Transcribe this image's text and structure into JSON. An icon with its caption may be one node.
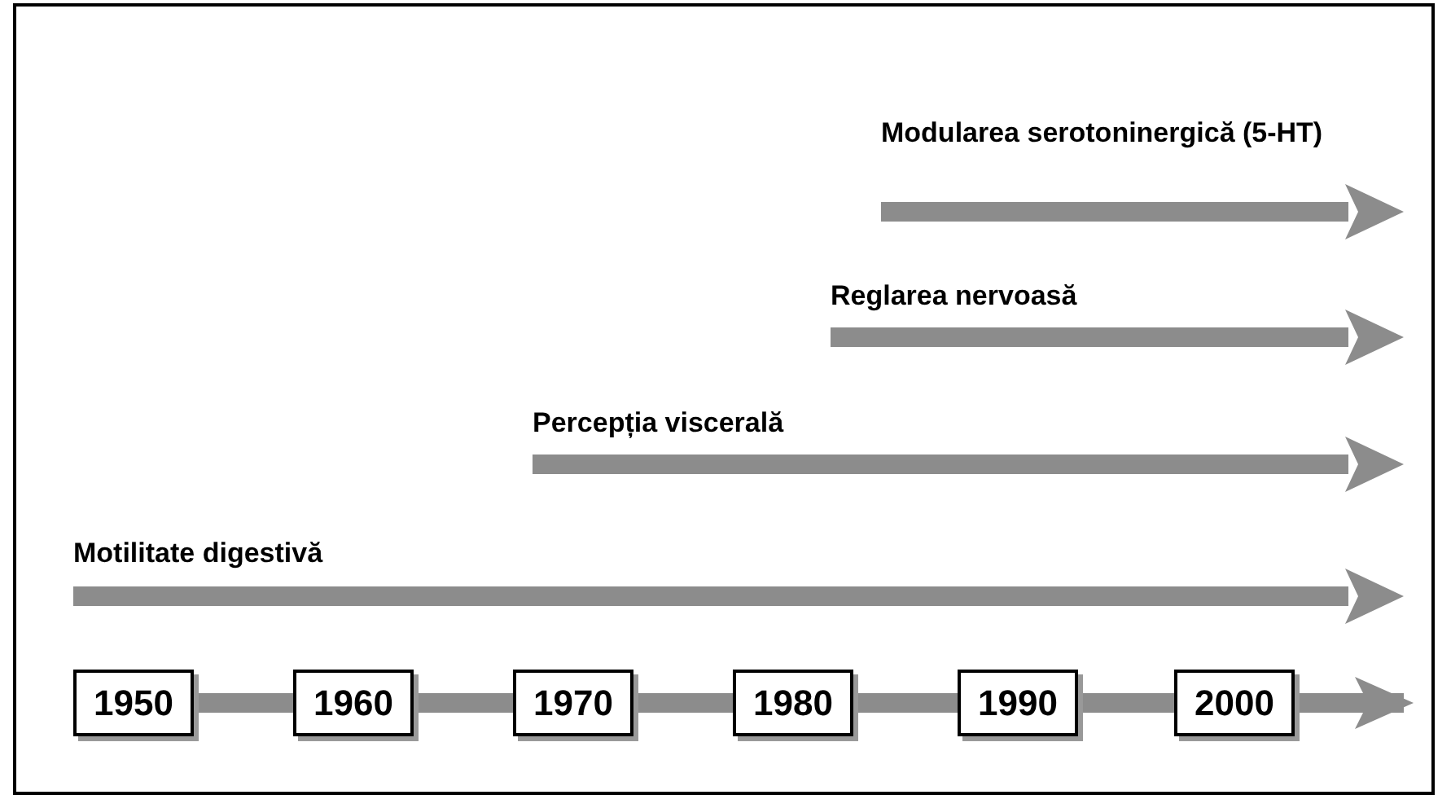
{
  "diagram": {
    "nodes": [
      {
        "text": [
          "1950"
        ]
      },
      {
        "text": [
          "1960"
        ]
      },
      {
        "text": [
          "1970"
        ]
      },
      {
        "text": [
          "1980"
        ]
      },
      {
        "text": [
          "1990"
        ]
      },
      {
        "text": [
          "2000"
        ]
      }
    ],
    "edges": [
      {
        "from": 0,
        "to": 1,
        "arrow": "none"
      },
      {
        "from": 1,
        "to": 2,
        "arrow": "none"
      },
      {
        "from": 2,
        "to": 3,
        "arrow": "none"
      },
      {
        "from": 3,
        "to": 4,
        "arrow": "none"
      },
      {
        "from": 4,
        "to": 5,
        "arrow": "none"
      },
      {
        "from": 5,
        "to": null,
        "arrow": "to"
      }
    ],
    "labels": [
      "Modularea serotoninergică (5-HT)",
      "Reglarea nervoasă",
      "Percepția viscerală",
      "Motilitate digestivă"
    ]
  }
}
